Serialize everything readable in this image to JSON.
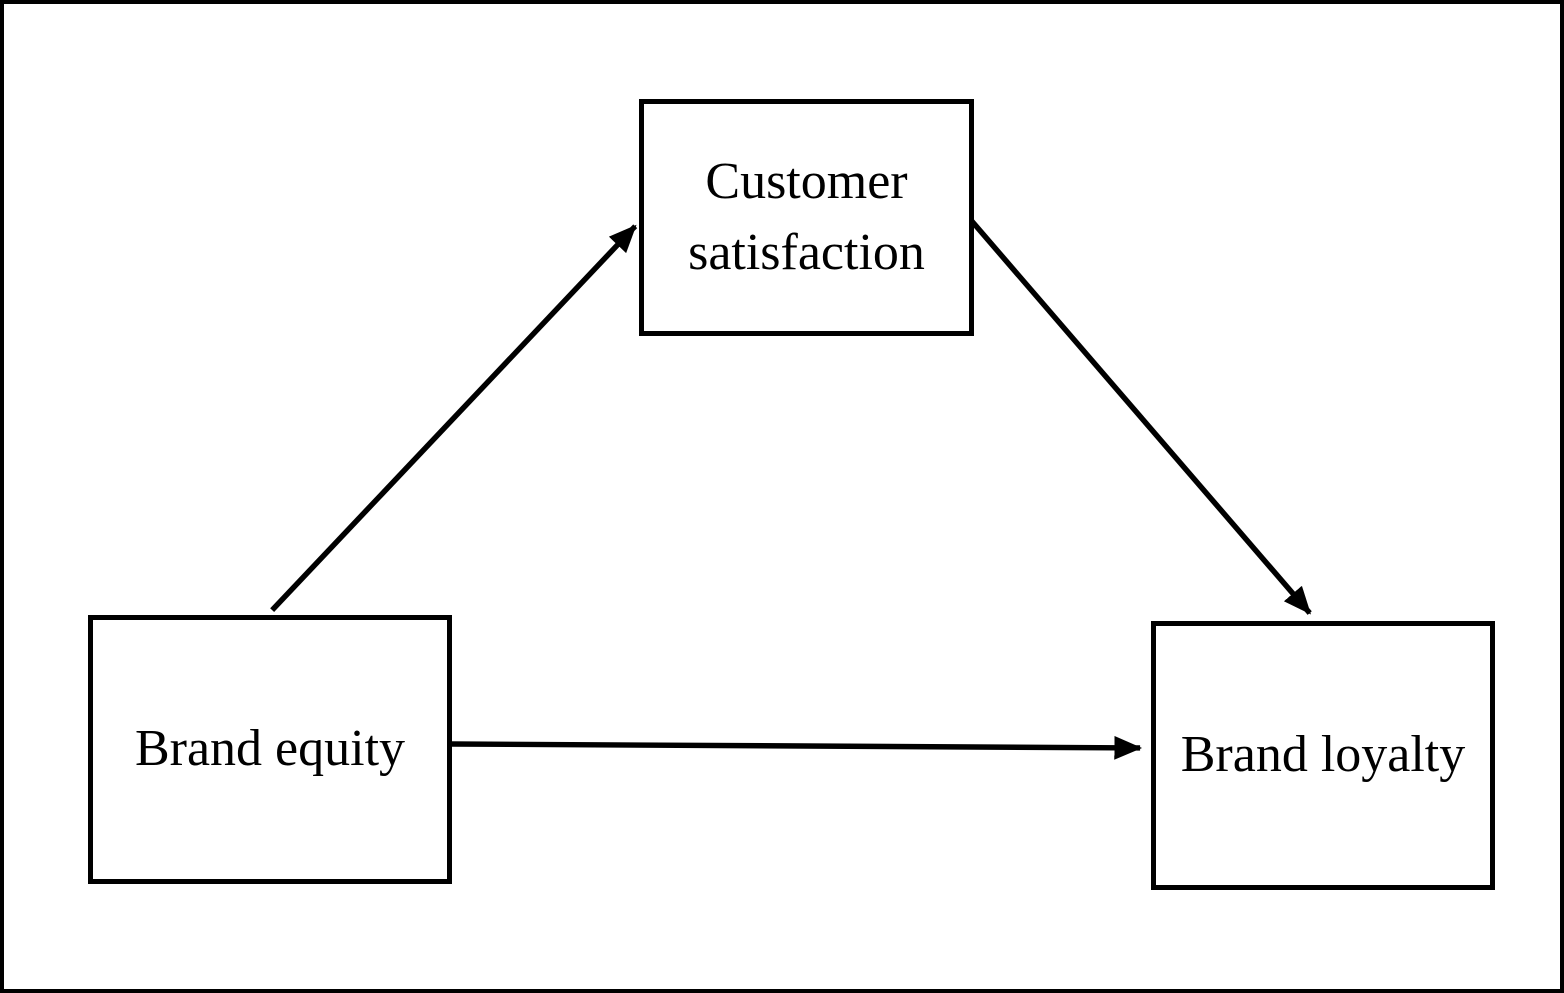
{
  "diagram": {
    "nodes": [
      {
        "id": "brand-equity",
        "label": "Brand equity"
      },
      {
        "id": "customer-satisfaction",
        "label": "Customer satisfaction"
      },
      {
        "id": "brand-loyalty",
        "label": "Brand loyalty"
      }
    ],
    "edges": [
      {
        "from": "brand-equity",
        "to": "customer-satisfaction",
        "type": "arrow"
      },
      {
        "from": "customer-satisfaction",
        "to": "brand-loyalty",
        "type": "arrow"
      },
      {
        "from": "brand-equity",
        "to": "brand-loyalty",
        "type": "arrow"
      }
    ],
    "colors": {
      "stroke": "#000000",
      "text": "#000000",
      "background": "#ffffff"
    }
  }
}
